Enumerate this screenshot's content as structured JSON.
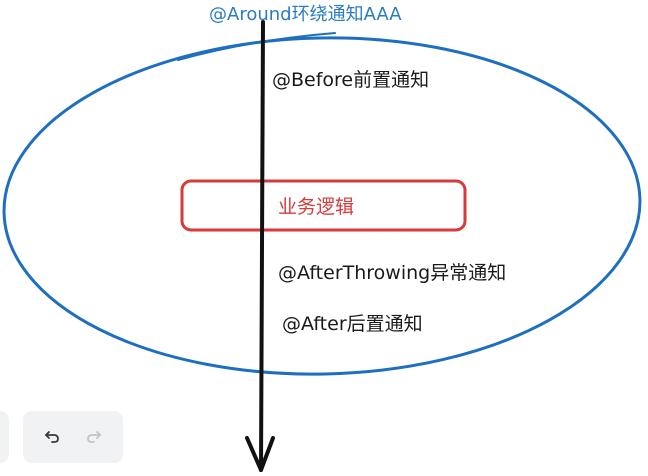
{
  "colors": {
    "ellipse": "#1f6fc1",
    "arrow": "#111111",
    "box": "#d63a3a",
    "around_text": "#2a7bc4",
    "business_text": "#d63a3a",
    "text": "#1a1a1a",
    "toolbar_bg": "#f1f2f3",
    "icon_active": "#3a3a3a",
    "icon_disabled": "#c4c4c4"
  },
  "labels": {
    "around": "@Around环绕通知AAA",
    "before": "@Before前置通知",
    "business": "业务逻辑",
    "after_throwing": "@AfterThrowing异常通知",
    "after": "@After后置通知"
  },
  "toolbar": {
    "undo_icon": "undo-icon",
    "redo_icon": "redo-icon",
    "redo_enabled": false
  }
}
